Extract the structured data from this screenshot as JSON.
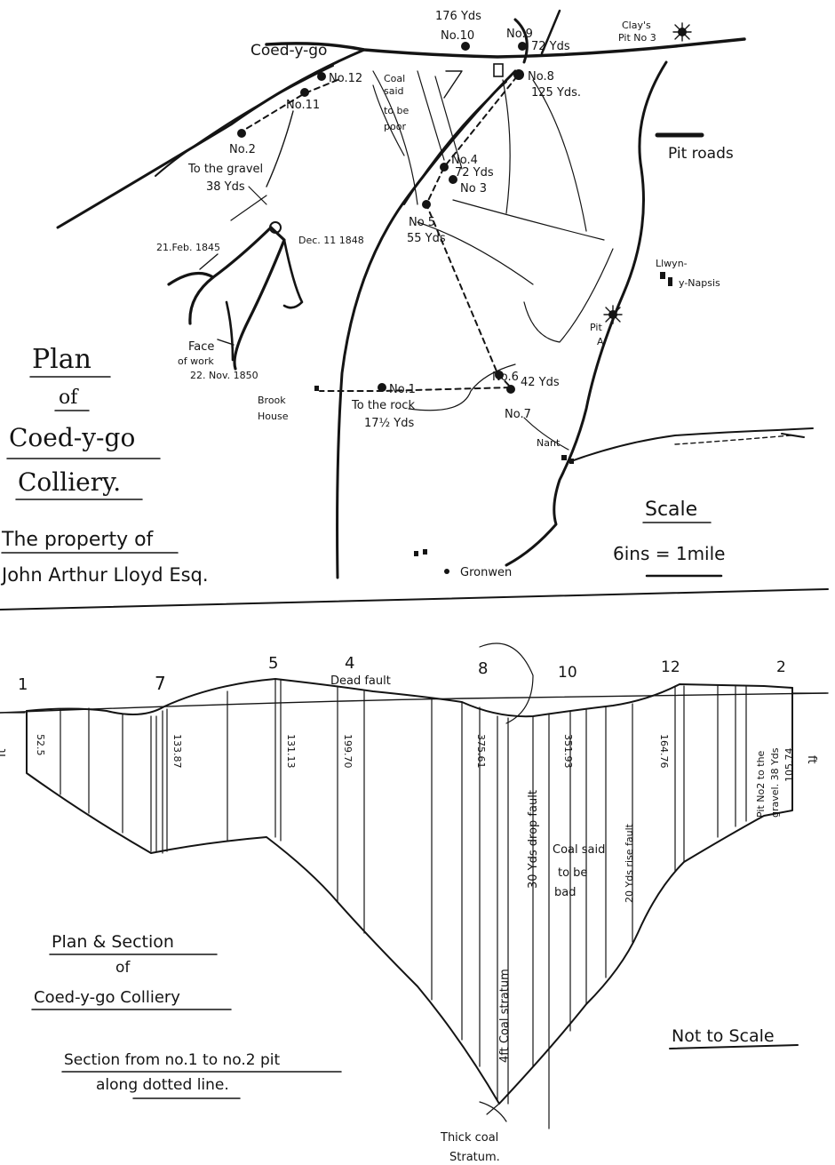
{
  "plan": {
    "title_line1": "Plan",
    "title_line2": "of",
    "title_line3": "Coed-y-go",
    "title_line4": "Colliery.",
    "owner_line1": "The property of",
    "owner_line2": "John Arthur Lloyd Esq.",
    "scale_label": "Scale",
    "scale_value": "6ins = 1mile",
    "legend_pit_roads": "Pit roads",
    "places": {
      "coed_y_go": "Coed-y-go",
      "clays_pit_1": "Clay's",
      "clays_pit_2": "Pit No 3",
      "llwyn_1": "Llwyn-",
      "llwyn_2": "y-Napsis",
      "pit_a_1": "Pit",
      "pit_a_2": "A",
      "brook_1": "Brook",
      "brook_2": "House",
      "nant": "Nant",
      "gronwen": "Gronwen",
      "coal_said_1": "Coal",
      "coal_said_2": "said",
      "coal_said_3": "to be",
      "coal_said_4": "poor"
    },
    "pits": {
      "no10_dist": "176 Yds",
      "no10": "No.10",
      "no9": "No.9",
      "no9_dist": "72 Yds",
      "no8": "No.8",
      "no8_dist": "125 Yds.",
      "no12": "No.12",
      "no11": "No.11",
      "no2": "No.2",
      "no2_note_1": "To the gravel",
      "no2_note_2": "38 Yds",
      "no4": "No.4",
      "no4_dist": "72 Yds",
      "no3": "No 3",
      "no5": "No 5",
      "no5_dist": "55 Yds",
      "no6": "No.6",
      "no6_dist": "42 Yds",
      "no7": "No.7",
      "no1": "No.1",
      "no1_note_1": "To the rock",
      "no1_note_2": "17½ Yds"
    },
    "workings": {
      "date1": "21.Feb. 1845",
      "date2": "Dec. 11 1848",
      "face_1": "Face",
      "face_2": "of work",
      "face_3": "22. Nov. 1850"
    }
  },
  "section": {
    "pit_numbers": [
      "1",
      "7",
      "5",
      "4",
      "8",
      "10",
      "12",
      "2"
    ],
    "depths": [
      "52.5",
      "133.87",
      "131.13",
      "199.70",
      "375.61",
      "351.93",
      "164.76"
    ],
    "dead_fault": "Dead fault",
    "ft_left": "ft",
    "ft_right": "ft",
    "drop_fault": "30 Yds drop fault",
    "rise_fault": "20 Yds rise fault",
    "coal_stratum": "4ft Coal stratum",
    "coal_bad_1": "Coal said",
    "coal_bad_2": "to be",
    "coal_bad_3": "bad",
    "pit2_note_1": "Pit No2 to the",
    "pit2_note_2": "gravel. 38 Yds",
    "pit2_depth": "105.74",
    "thick_1": "Thick coal",
    "thick_2": "Stratum.",
    "caption_1": "Plan & Section",
    "caption_2": "of",
    "caption_3": "Coed-y-go Colliery",
    "caption_4": "Section from no.1 to no.2 pit",
    "caption_5": "along dotted line.",
    "not_to_scale": "Not to Scale"
  }
}
